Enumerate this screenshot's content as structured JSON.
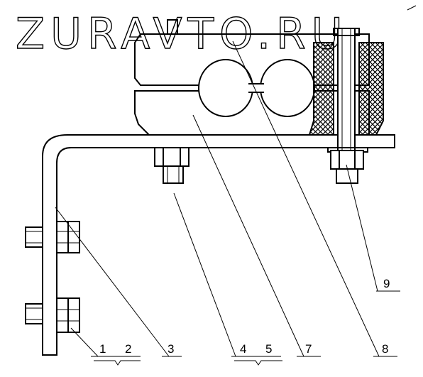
{
  "watermark": "ZURAVTO.RU",
  "labels": {
    "l1": "1",
    "l2": "2",
    "l3": "3",
    "l4": "4",
    "l5": "5",
    "l7": "7",
    "l8": "8",
    "l9": "9"
  }
}
